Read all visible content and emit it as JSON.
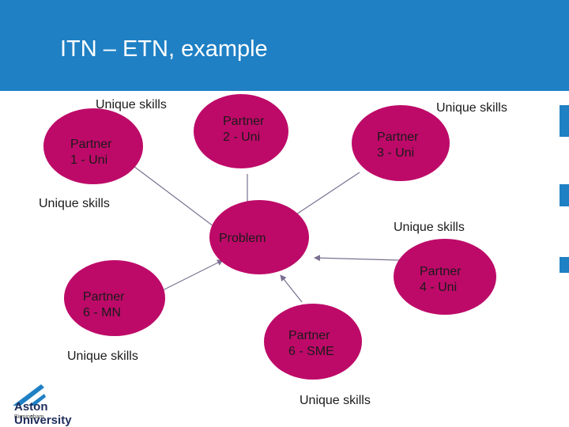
{
  "slide": {
    "title": "ITN – ETN, example"
  },
  "nodes": {
    "p1": "Partner\n1 - Uni",
    "p2": "Partner\n2 - Uni",
    "p3": "Partner\n3 - Uni",
    "problem": "Problem",
    "p4": "Partner\n4 - Uni",
    "p6mn": "Partner\n6 - MN",
    "p6sme": "Partner\n6 - SME"
  },
  "labels": {
    "us_top_left": "Unique skills",
    "us_top_right": "Unique skills",
    "us_left": "Unique skills",
    "us_right": "Unique skills",
    "us_bottom_left": "Unique skills",
    "us_bottom": "Unique skills"
  },
  "logo": {
    "name": "Aston University",
    "tagline": "Birmingham"
  },
  "colors": {
    "header": "#1f80c4",
    "node_fill": "#bd0a68",
    "arrow": "#7a7090"
  }
}
